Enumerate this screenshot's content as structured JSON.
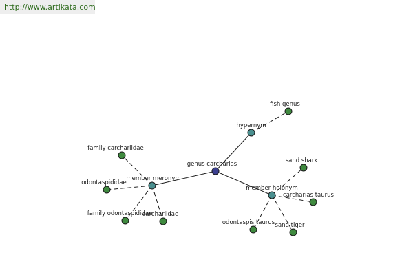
{
  "watermark": {
    "text": "http://www.artikata.com"
  },
  "colors": {
    "root": "#3b3f8f",
    "relation": "#4a8f8f",
    "leaf": "#3f8a3f",
    "watermark_bg": "#eeeeee",
    "watermark_text": "#2e6b1c"
  },
  "graph": {
    "nodes": [
      {
        "id": "root",
        "label": "genus carcharias",
        "kind": "root"
      },
      {
        "id": "hypernym",
        "label": "hypernym",
        "kind": "relation"
      },
      {
        "id": "member-meronym",
        "label": "member meronym",
        "kind": "relation"
      },
      {
        "id": "member-holonym",
        "label": "member holonym",
        "kind": "relation"
      },
      {
        "id": "fish-genus",
        "label": "fish genus",
        "kind": "leaf"
      },
      {
        "id": "family-carchariidae",
        "label": "family carchariidae",
        "kind": "leaf"
      },
      {
        "id": "odontaspididae",
        "label": "odontaspididae",
        "kind": "leaf"
      },
      {
        "id": "family-odontaspididae",
        "label": "family odontaspididae",
        "kind": "leaf"
      },
      {
        "id": "carchariidae",
        "label": "carchariidae",
        "kind": "leaf"
      },
      {
        "id": "sand-shark",
        "label": "sand shark",
        "kind": "leaf"
      },
      {
        "id": "carcharias-taurus",
        "label": "carcharias taurus",
        "kind": "leaf"
      },
      {
        "id": "odontaspis-taurus",
        "label": "odontaspis taurus",
        "kind": "leaf"
      },
      {
        "id": "sand-tiger",
        "label": "sand tiger",
        "kind": "leaf"
      }
    ],
    "edges": [
      {
        "from": "root",
        "to": "hypernym",
        "style": "solid"
      },
      {
        "from": "root",
        "to": "member-meronym",
        "style": "solid"
      },
      {
        "from": "root",
        "to": "member-holonym",
        "style": "solid"
      },
      {
        "from": "hypernym",
        "to": "fish-genus",
        "style": "dashed"
      },
      {
        "from": "member-meronym",
        "to": "family-carchariidae",
        "style": "dashed"
      },
      {
        "from": "member-meronym",
        "to": "odontaspididae",
        "style": "dashed"
      },
      {
        "from": "member-meronym",
        "to": "family-odontaspididae",
        "style": "dashed"
      },
      {
        "from": "member-meronym",
        "to": "carchariidae",
        "style": "dashed"
      },
      {
        "from": "member-holonym",
        "to": "sand-shark",
        "style": "dashed"
      },
      {
        "from": "member-holonym",
        "to": "carcharias-taurus",
        "style": "dashed"
      },
      {
        "from": "member-holonym",
        "to": "odontaspis-taurus",
        "style": "dashed"
      },
      {
        "from": "member-holonym",
        "to": "sand-tiger",
        "style": "dashed"
      }
    ]
  }
}
